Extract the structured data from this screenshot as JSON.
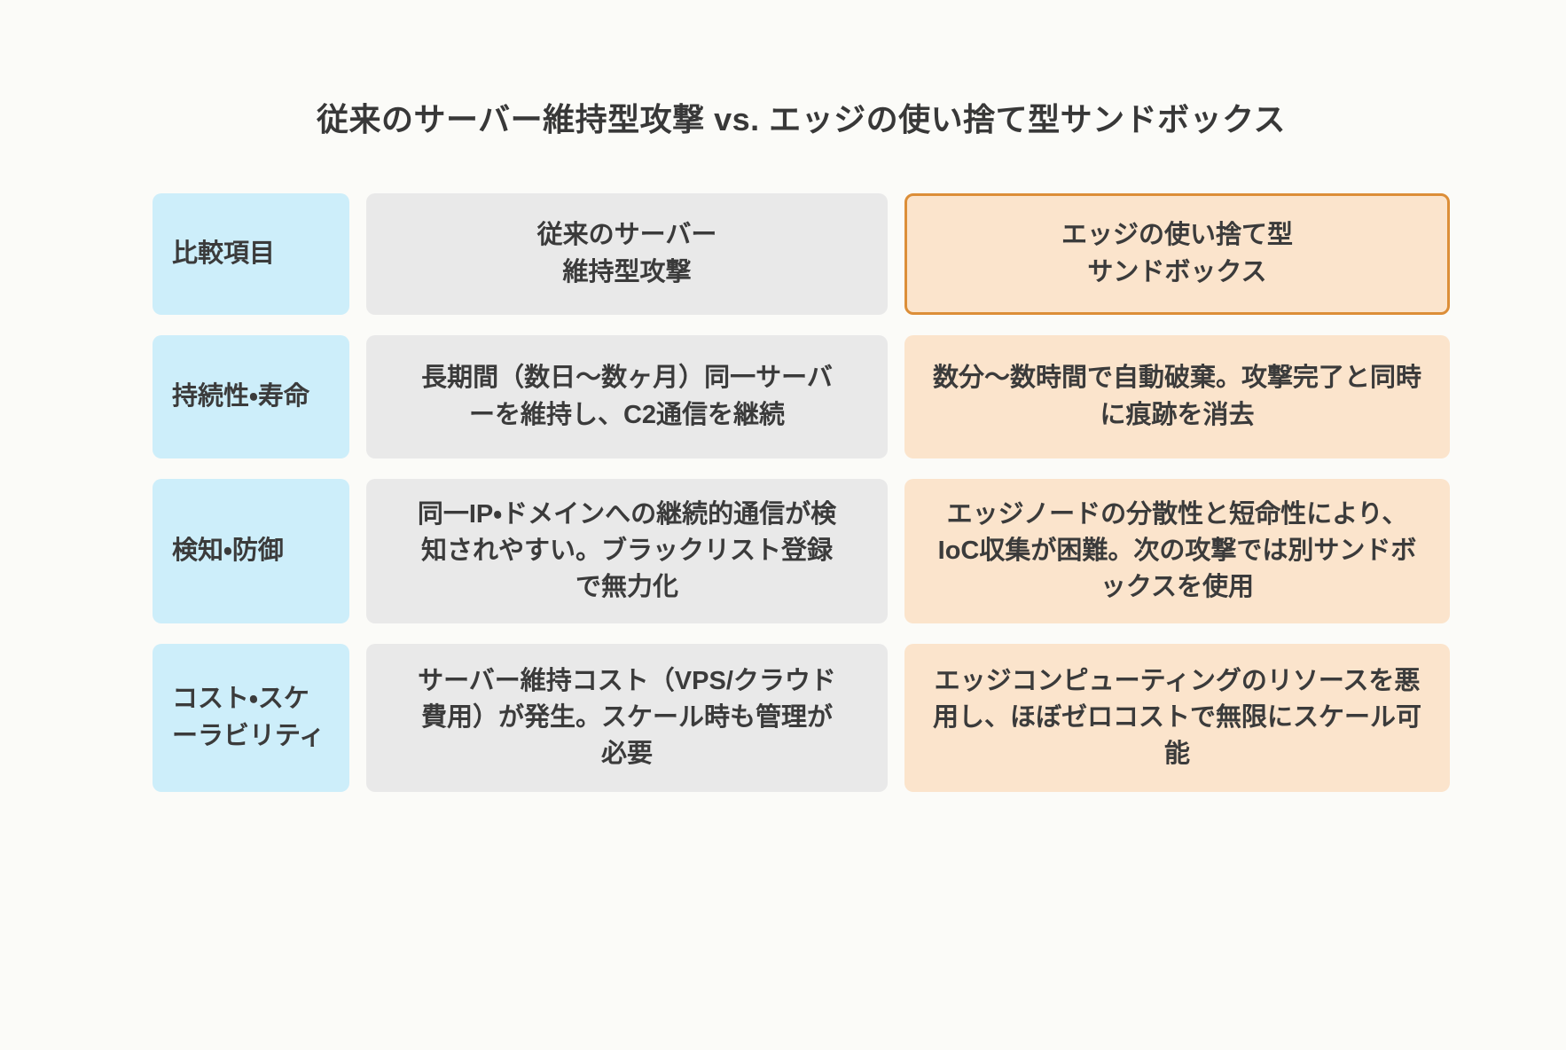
{
  "title": "従来のサーバー維持型攻撃 vs. エッジの使い捨て型サンドボックス",
  "colors": {
    "page_background": "#FBFBF8",
    "criteria_cell_background": "#CDEEFA",
    "traditional_cell_background": "#E9E9E9",
    "edge_cell_background": "#FBE4CC",
    "edge_header_border": "#DC8E38",
    "text": "#3B3B3B"
  },
  "table": {
    "header": {
      "label": "比較項目",
      "traditional": "従来のサーバー\n維持型攻撃",
      "edge": "エッジの使い捨て型\nサンドボックス"
    },
    "rows": [
      {
        "label": "持続性・寿命",
        "traditional": "長期間（数日〜数ヶ月）同一サーバーを維持し、C2通信を継続",
        "edge": "数分〜数時間で自動破棄。攻撃完了と同時に痕跡を消去"
      },
      {
        "label": "検知・防御",
        "traditional": "同一IP・ドメインへの継続的通信が検知されやすい。ブラックリスト登録で無力化",
        "edge": "エッジノードの分散性と短命性により、IoC収集が困難。次の攻撃では別サンドボックスを使用"
      },
      {
        "label": "コスト・スケーラビリティ",
        "traditional": "サーバー維持コスト（VPS/クラウド費用）が発生。スケール時も管理が必要",
        "edge": "エッジコンピューティングのリソースを悪用し、ほぼゼロコストで無限にスケール可能"
      }
    ]
  }
}
